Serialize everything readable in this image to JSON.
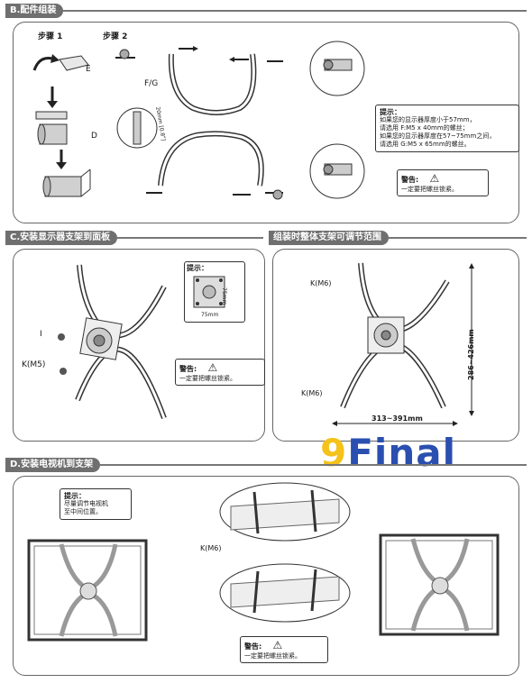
{
  "sections": {
    "b": {
      "title": "B.配件组装"
    },
    "c": {
      "title": "C.安装显示器支架到面板"
    },
    "range": {
      "title": "组装时整体支架可调节范围"
    },
    "d": {
      "title": "D.安装电视机到支架"
    }
  },
  "section_b": {
    "step1": "步骤 1",
    "step2": "步骤 2",
    "label_e": "E",
    "label_d": "D",
    "label_fg": "F/G",
    "rule_text": "20mm [0.8\"]",
    "tip": {
      "title": "提示：",
      "lines": [
        "如果您的显示器厚度小于57mm，",
        "请选用 F:M5 x 40mm的螺丝；",
        "如果您的显示器厚度在57~75mm之间，",
        "请选用 G:M5 x 65mm的螺丝。"
      ]
    },
    "warning": {
      "title": "警告:",
      "text": "一定要把螺丝锁紧。"
    }
  },
  "section_c": {
    "label_i": "I",
    "label_k": "K(M5)",
    "tip_title": "提示：",
    "dim_h": "75mm",
    "dim_w": "75mm",
    "warning": {
      "title": "警告:",
      "text": "一定要把螺丝锁紧。"
    }
  },
  "section_range": {
    "label_k1": "K(M6)",
    "label_k2": "K(M6)",
    "dim_vertical": "286~426mm",
    "dim_horizontal": "313~391mm"
  },
  "section_d": {
    "tip": {
      "title": "提示：",
      "lines": [
        "尽量调节电视机",
        "至中间位置。"
      ]
    },
    "label_k": "K(M6)",
    "warning": {
      "title": "警告:",
      "text": "一定要把螺丝锁紧。"
    }
  },
  "logo": {
    "digit": "9",
    "word": "Final"
  }
}
